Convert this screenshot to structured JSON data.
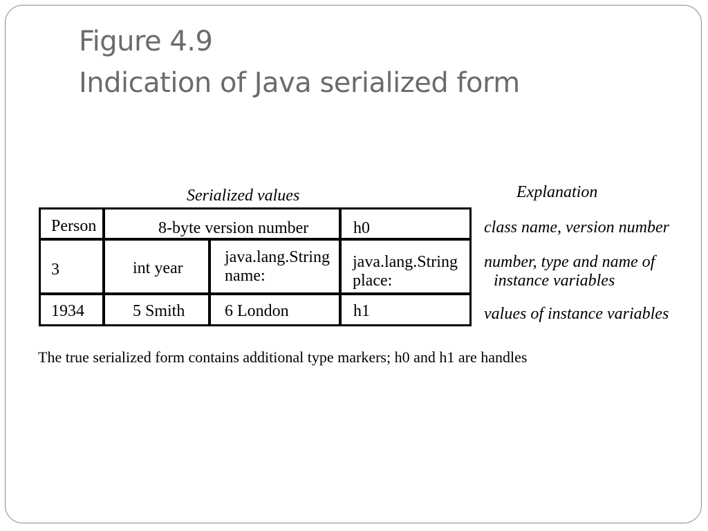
{
  "slide": {
    "title_line1": "Figure 4.9",
    "title_line2": "Indication of Java serialized form"
  },
  "headers": {
    "serialized_values": "Serialized values",
    "explanation": "Explanation"
  },
  "table": {
    "rows": [
      {
        "c1": "Person",
        "c2": "8-byte version number",
        "c4": "h0"
      },
      {
        "c1": "3",
        "c2": "int year",
        "c3_line1": "java.lang.String",
        "c3_line2": "name:",
        "c4_line1": "java.lang.String",
        "c4_line2": "place:"
      },
      {
        "c1": "1934",
        "c2": "5 Smith",
        "c3": "6 London",
        "c4": "h1"
      }
    ]
  },
  "explanations": {
    "row1": "class name, version number",
    "row2_line1": "number, type and name of",
    "row2_line2": "instance variables",
    "row3": "values of instance variables"
  },
  "footnote": "The true serialized form contains additional type markers; h0 and h1 are handles"
}
